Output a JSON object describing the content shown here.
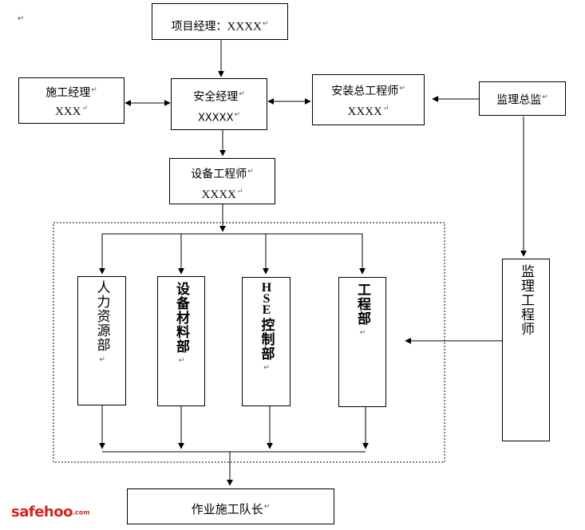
{
  "paragraph_mark": "↵",
  "nodes": {
    "project_manager": {
      "name": "项目经理：",
      "who": "XXXX"
    },
    "construction_manager": {
      "name": "施工经理",
      "who": "XXX"
    },
    "safety_manager": {
      "name": "安全经理",
      "who": "XXXXX"
    },
    "installation_chief_engineer": {
      "name": "安装总工程师",
      "who": "XXXX"
    },
    "chief_supervisor": {
      "name": "监理总监"
    },
    "equipment_engineer": {
      "name": "设备工程师",
      "who": "XXXX"
    },
    "hr_department": {
      "name": "人力资源部"
    },
    "equipment_materials_department": {
      "name": "设备材料部"
    },
    "hse_control_department": {
      "prefix": "HSE",
      "name": "控制部"
    },
    "engineering_department": {
      "name": "工程部"
    },
    "supervising_engineer": {
      "name": "监理工程师"
    },
    "work_team_leader": {
      "name": "作业施工队长"
    }
  },
  "watermark": {
    "text": "safehoo",
    "suffix": ".com"
  }
}
